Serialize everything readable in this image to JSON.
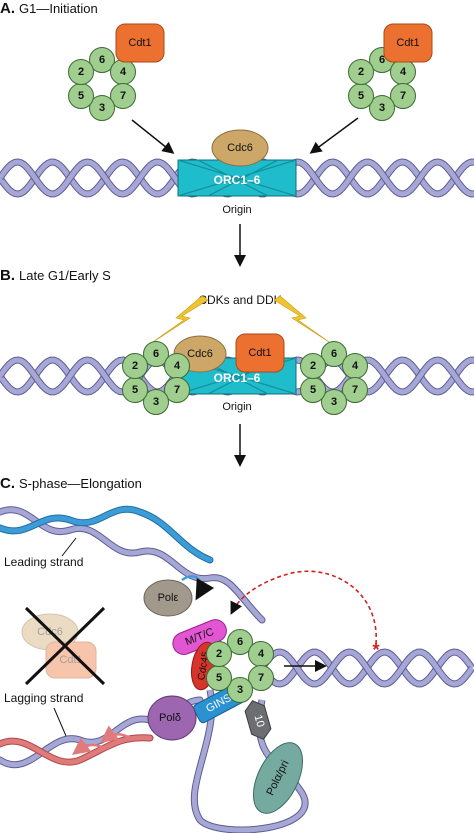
{
  "panels": {
    "a": {
      "letter": "A.",
      "title": "G1—Initiation"
    },
    "b": {
      "letter": "B.",
      "title": "Late G1/Early S"
    },
    "c": {
      "letter": "C.",
      "title": "S-phase—Elongation"
    }
  },
  "proteins": {
    "cdt1": "Cdt1",
    "cdc6": "Cdc6",
    "orc": "ORC1–6",
    "origin": "Origin",
    "cdk_ddk": "CDKs and DDK",
    "pol_e": "Polε",
    "mtc": "M/T/C",
    "cdc45": "Cdc45",
    "gins": "GINS",
    "ctf4": "10",
    "pol_d": "Polδ",
    "pol_a": "Polα/pri"
  },
  "mcm": {
    "m2": "2",
    "m3": "3",
    "m4": "4",
    "m5": "5",
    "m6": "6",
    "m7": "7"
  },
  "strands": {
    "leading": "Leading strand",
    "lagging": "Lagging strand"
  },
  "symbols": {
    "asterisk": "*"
  },
  "colors": {
    "dna": "#a7a7d6",
    "dna_dark": "#5d5d95",
    "mcm": "#9fce8f",
    "cdt1": "#ec7030",
    "cdc6": "#cda768",
    "orc": "#1fbccb",
    "mtc": "#e255d3",
    "cdc45": "#d7342c",
    "gins": "#2a92d0",
    "pol_e": "#a19a8c",
    "pol_d": "#9c67b0",
    "pol_a": "#74aaa0",
    "leading": "#3d9bd6",
    "lagging": "#e07b7b",
    "signal": "#f0c330"
  }
}
